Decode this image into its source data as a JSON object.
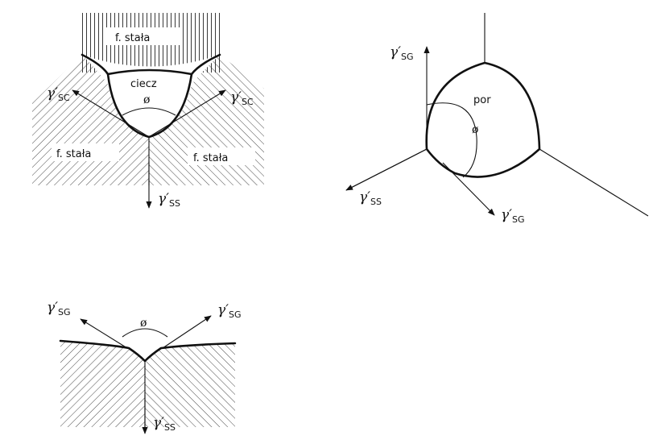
{
  "diagram": {
    "panel_liquid": {
      "label_top_solid": "f. stała",
      "label_liquid": "ciecz",
      "label_left_solid": "f. stała",
      "label_right_solid": "f. stała",
      "angle_symbol": "ø",
      "arrow_left": {
        "symbol": "γ′",
        "subscript": "SC"
      },
      "arrow_right": {
        "symbol": "γ′",
        "subscript": "SC"
      },
      "arrow_down": {
        "symbol": "γ′",
        "subscript": "SS"
      }
    },
    "panel_pore": {
      "label_pore": "por",
      "angle_symbol": "ø",
      "arrow_up": {
        "symbol": "γ′",
        "subscript": "SG"
      },
      "arrow_left": {
        "symbol": "γ′",
        "subscript": "SS"
      },
      "arrow_down_right": {
        "symbol": "γ′",
        "subscript": "SG"
      }
    },
    "panel_surface": {
      "angle_symbol": "ø",
      "arrow_left": {
        "symbol": "γ′",
        "subscript": "SG"
      },
      "arrow_right": {
        "symbol": "γ′",
        "subscript": "SG"
      },
      "arrow_down": {
        "symbol": "γ′",
        "subscript": "SS"
      }
    }
  }
}
